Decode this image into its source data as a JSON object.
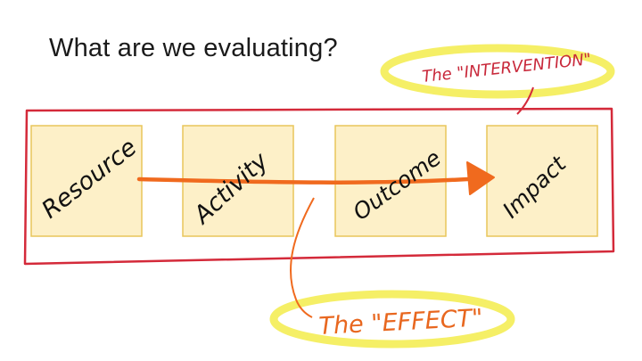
{
  "slide": {
    "title": "What are we evaluating?"
  },
  "boxes": [
    {
      "label": "Resource"
    },
    {
      "label": "Activity"
    },
    {
      "label": "Outcome"
    },
    {
      "label": "Impact"
    }
  ],
  "annotations": {
    "intervention": "The \"INTERVENTION\"",
    "effect": "The \"EFFECT\""
  },
  "colors": {
    "box_fill": "#fdf0c8",
    "box_stroke": "#e8c65a",
    "frame_red": "#d42a3a",
    "arrow_orange": "#f06a1e",
    "highlight_yellow": "#f4ee5e",
    "intervention_text": "#c8283a",
    "effect_text": "#e8671f"
  }
}
